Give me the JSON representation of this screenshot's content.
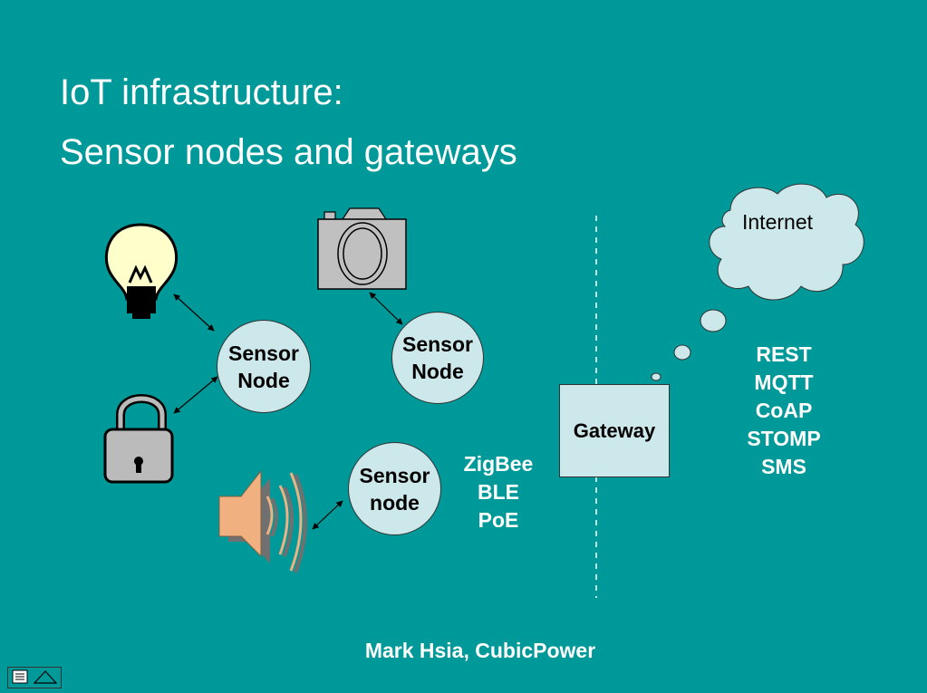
{
  "title": {
    "line1": "IoT infrastructure:",
    "line2": "Sensor nodes and gateways"
  },
  "nodes": [
    {
      "line1": "Sensor",
      "line2": "Node"
    },
    {
      "line1": "Sensor",
      "line2": "Node"
    },
    {
      "line1": "Sensor",
      "line2": "node"
    }
  ],
  "gateway": {
    "label": "Gateway"
  },
  "cloud": {
    "label": "Internet"
  },
  "radios": [
    "ZigBee",
    "BLE",
    "PoE"
  ],
  "protocols": [
    "REST",
    "MQTT",
    "CoAP",
    "STOMP",
    "SMS"
  ],
  "author": "Mark Hsia, CubicPower",
  "icons": {
    "bulb": "light-bulb-icon",
    "lock": "padlock-icon",
    "camera": "camera-icon",
    "speaker": "speaker-icon"
  },
  "colors": {
    "background": "#009999",
    "node_fill": "#cce8ea",
    "bulb": "#ffffcc",
    "camera": "#c0c0c0",
    "speaker": "#f0b080",
    "text_light": "#ffffff"
  }
}
